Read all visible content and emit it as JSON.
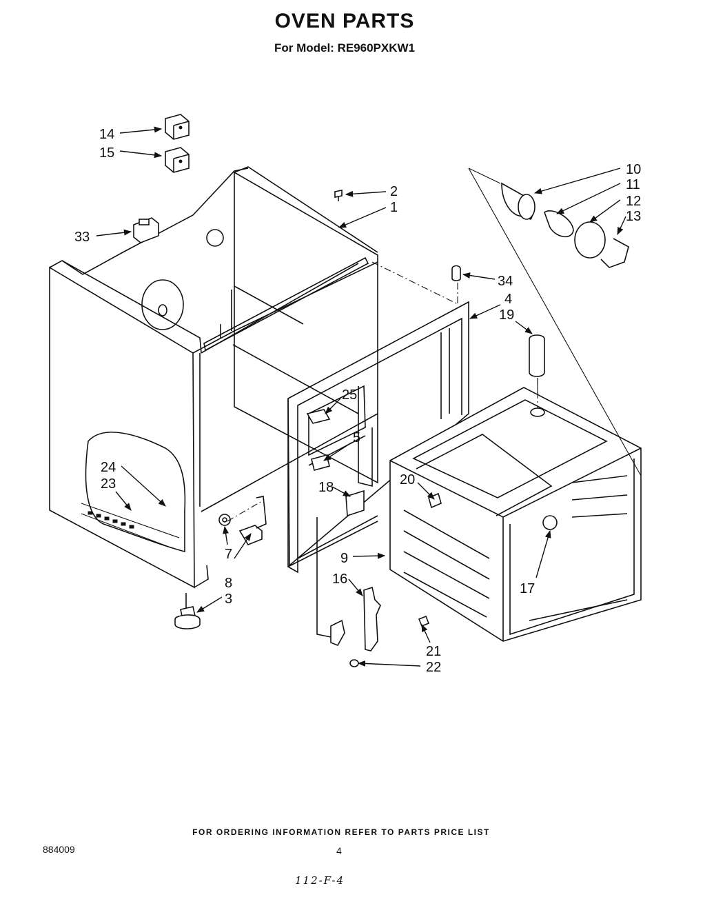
{
  "header": {
    "title": "OVEN PARTS",
    "model_line": "For Model: RE960PXKW1"
  },
  "footer": {
    "ordering_note": "FOR ORDERING INFORMATION REFER TO PARTS PRICE LIST",
    "doc_number": "884009",
    "page_number": "4",
    "handwritten_note": "112-F-4"
  },
  "callouts": [
    "14",
    "15",
    "33",
    "2",
    "1",
    "10",
    "11",
    "12",
    "13",
    "34",
    "4",
    "19",
    "25",
    "5",
    "24",
    "23",
    "18",
    "20",
    "7",
    "8",
    "3",
    "9",
    "16",
    "17",
    "21",
    "22"
  ]
}
